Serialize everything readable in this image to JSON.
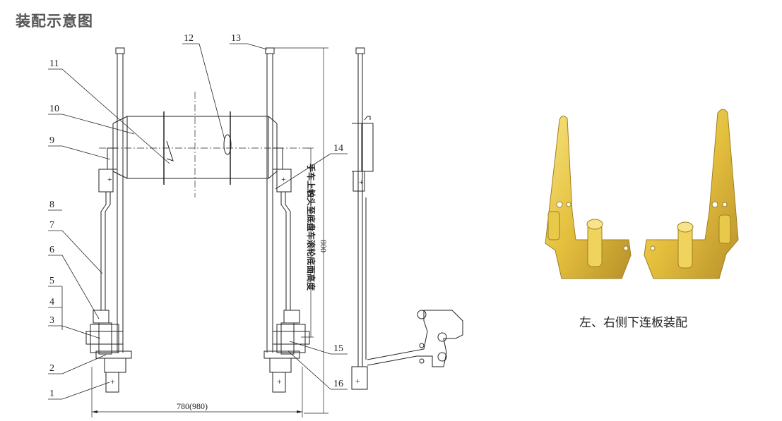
{
  "title": "装配示意图",
  "part_numbers": [
    "1",
    "2",
    "3",
    "4",
    "5",
    "6",
    "7",
    "8",
    "9",
    "10",
    "11",
    "12",
    "13",
    "14",
    "15",
    "16"
  ],
  "dimensions": {
    "width": "780(980)",
    "height": "800"
  },
  "vertical_note": "手车上触头至底盘车滚轮底面高度",
  "photo_caption": "左、右侧下连板装配",
  "colors": {
    "line": "#222222",
    "brass": "#e8c94a",
    "brass_dark": "#b8962a"
  }
}
